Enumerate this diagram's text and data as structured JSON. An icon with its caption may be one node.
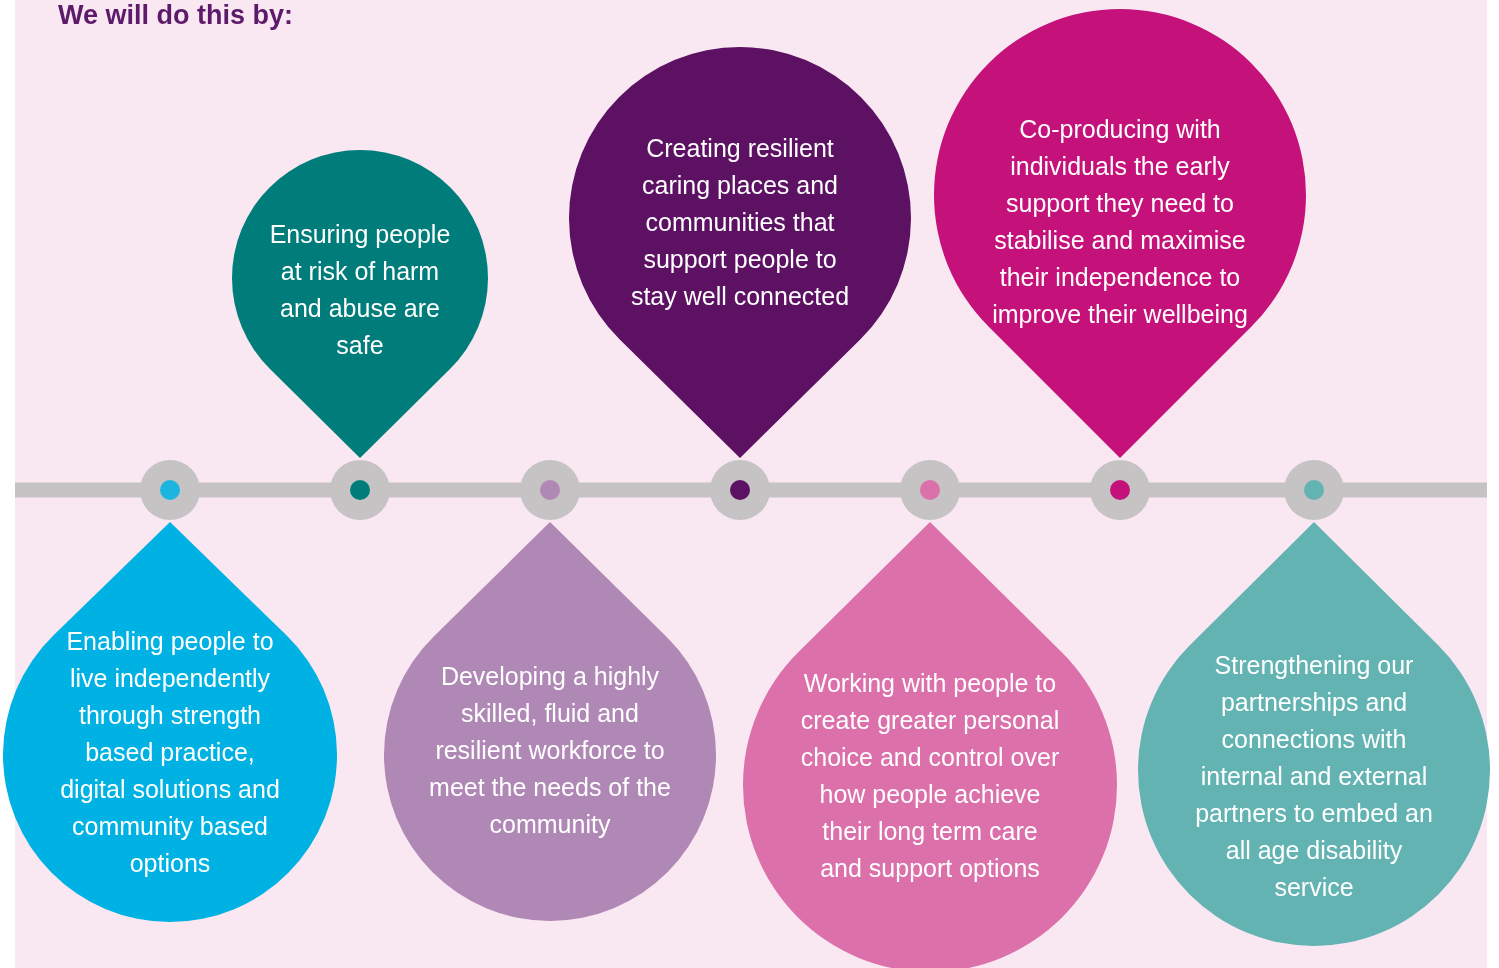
{
  "diagram": {
    "title": "We will do this by:",
    "nodes": [
      {
        "text": [
          "Enabling people to live independently through strength based practice, digital solutions and community based options"
        ]
      },
      {
        "text": [
          "Ensuring people at risk of harm and abuse are safe"
        ]
      },
      {
        "text": [
          "Developing a highly skilled, fluid and resilient workforce to meet the needs of the community"
        ]
      },
      {
        "text": [
          "Creating resilient caring places and communities that support people to stay well connected"
        ]
      },
      {
        "text": [
          "Working with people to create greater personal choice and control over how people achieve their long term care and support options"
        ]
      },
      {
        "text": [
          "Co-producing with individuals the early support they need to stabilise and maximise their independence to improve their wellbeing"
        ]
      },
      {
        "text": [
          "Strengthening our partnerships and connections with internal and external partners to embed an all age disability service"
        ]
      }
    ]
  }
}
